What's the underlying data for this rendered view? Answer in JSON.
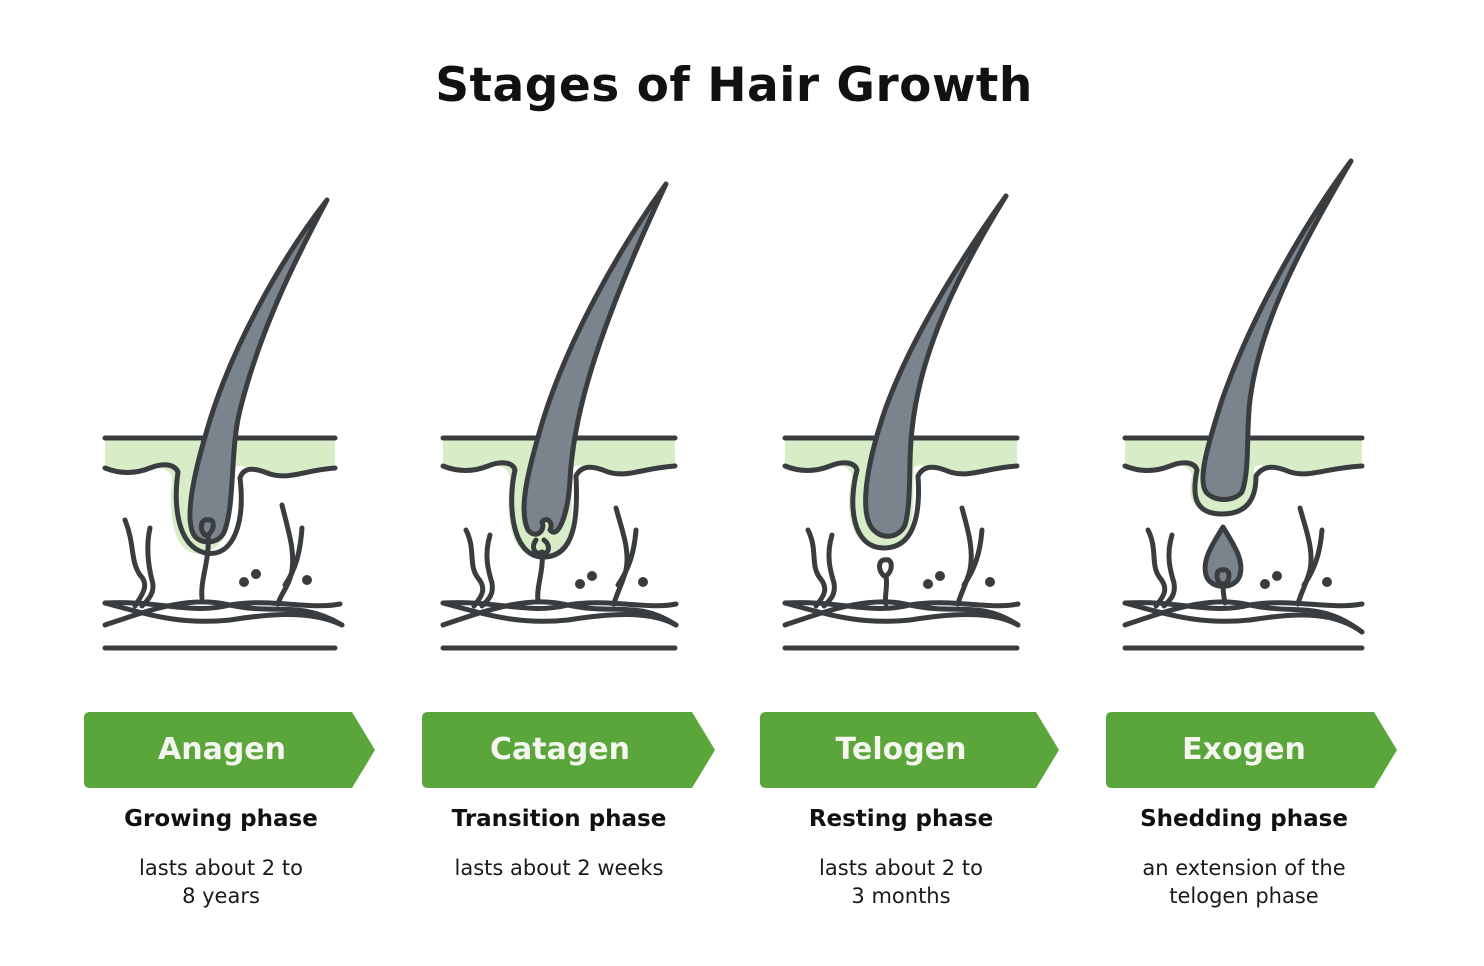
{
  "title": "Stages of Hair Growth",
  "colors": {
    "banner": "#5aa63a",
    "banner_text": "#f4f6ef",
    "skin_fill": "#d8ecc8",
    "hair_fill": "#7b848c",
    "outline": "#3a3d3f",
    "background": "#ffffff"
  },
  "stages": [
    {
      "name": "Anagen",
      "phase": "Growing phase",
      "description_lines": [
        "lasts about 2 to",
        "8 years"
      ],
      "illustration": "hair-follicle-attached-bulb"
    },
    {
      "name": "Catagen",
      "phase": "Transition phase",
      "description_lines": [
        "lasts about 2 weeks",
        ""
      ],
      "illustration": "hair-follicle-detaching-bulb"
    },
    {
      "name": "Telogen",
      "phase": "Resting phase",
      "description_lines": [
        "lasts about 2 to",
        "3 months"
      ],
      "illustration": "hair-follicle-club-hair-resting"
    },
    {
      "name": "Exogen",
      "phase": "Shedding phase",
      "description_lines": [
        "an extension of the",
        "telogen phase"
      ],
      "illustration": "hair-follicle-new-hair-germ"
    }
  ]
}
